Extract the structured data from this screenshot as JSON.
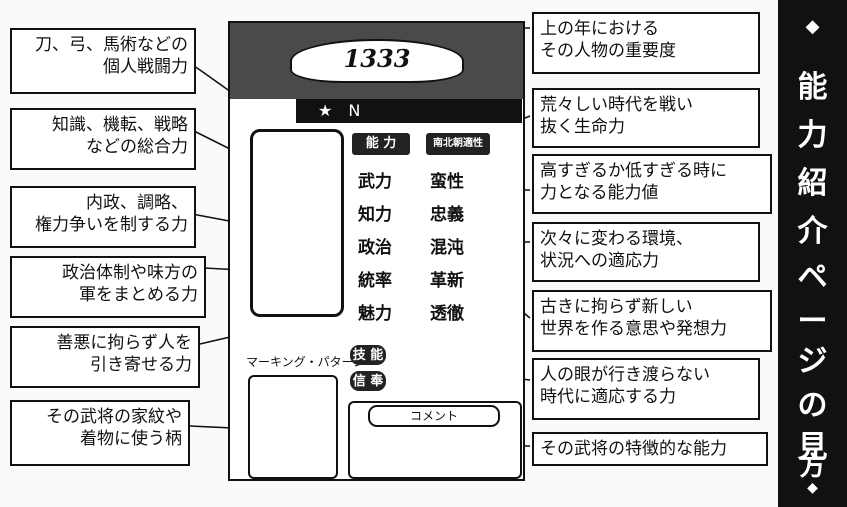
{
  "title": {
    "chars": [
      "◆",
      "能",
      "力",
      "紹",
      "介",
      "ペ",
      "ー",
      "ジ",
      "の",
      "見",
      "方",
      "◆"
    ]
  },
  "card": {
    "banner": "1333",
    "star_label": "★　N",
    "stat_header_left": "能 力",
    "stat_header_right": "南北朝適性",
    "stats_left": [
      "武力",
      "知力",
      "政治",
      "統率",
      "魅力"
    ],
    "stats_right": [
      "蛮性",
      "忠義",
      "混沌",
      "革新",
      "透徹"
    ],
    "marking_label": "マーキング・パターン",
    "skill_tag": "技 能",
    "faith_tag": "信 奉",
    "comment_label": "コメント"
  },
  "left_boxes": [
    {
      "lines": [
        "刀、弓、馬術などの",
        "個人戦闘力"
      ]
    },
    {
      "lines": [
        "知識、機転、戦略",
        "などの総合力"
      ]
    },
    {
      "lines": [
        "内政、調略、",
        "権力争いを制する力"
      ]
    },
    {
      "lines": [
        "政治体制や味方の",
        "軍をまとめる力"
      ]
    },
    {
      "lines": [
        "善悪に拘らず人を",
        "引き寄せる力"
      ]
    },
    {
      "lines": [
        "その武将の家紋や",
        "着物に使う柄"
      ]
    }
  ],
  "right_boxes": [
    {
      "lines": [
        "上の年における",
        "その人物の重要度"
      ]
    },
    {
      "lines": [
        "荒々しい時代を戦い",
        "抜く生命力"
      ]
    },
    {
      "lines": [
        "高すぎるか低すぎる時に",
        "力となる能力値"
      ]
    },
    {
      "lines": [
        "次々に変わる環境、",
        "状況への適応力"
      ]
    },
    {
      "lines": [
        "古きに拘らず新しい",
        "世界を作る意思や発想力"
      ]
    },
    {
      "lines": [
        "人の眼が行き渡らない",
        "時代に適応する力"
      ]
    },
    {
      "lines": [
        "その武将の特徴的な能力"
      ]
    }
  ]
}
